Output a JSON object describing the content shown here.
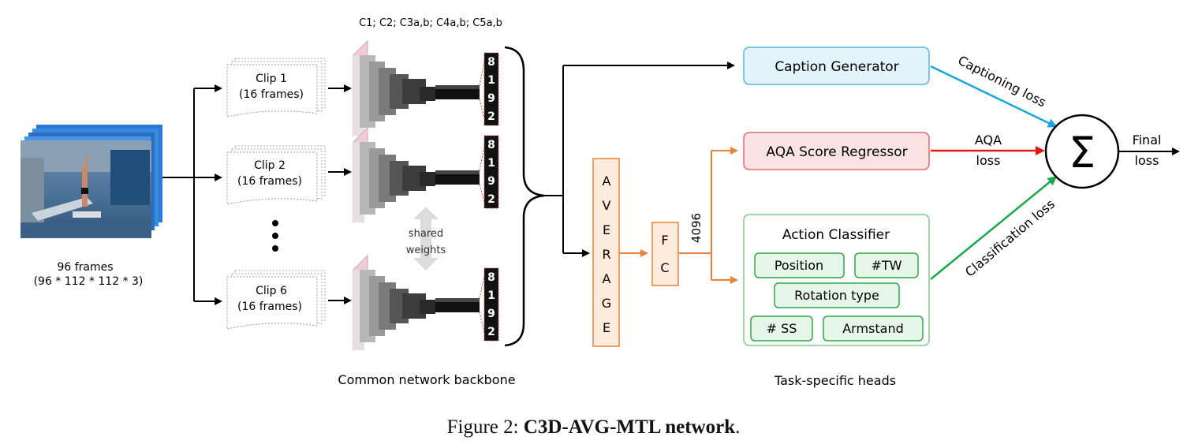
{
  "input": {
    "frames_label": "96 frames",
    "dims_label": "(96 * 112 * 112 * 3)"
  },
  "conv_layers_label": "C1; C2; C3a,b; C4a,b; C5a,b",
  "clips": [
    {
      "name": "Clip 1",
      "frames": "(16 frames)"
    },
    {
      "name": "Clip 2",
      "frames": "(16 frames)"
    },
    {
      "name": "Clip 6",
      "frames": "(16 frames)"
    }
  ],
  "feature_digits": [
    "8",
    "1",
    "9",
    "2"
  ],
  "shared_weights": {
    "line1": "shared",
    "line2": "weights"
  },
  "backbone_label": "Common network backbone",
  "average_letters": [
    "A",
    "V",
    "E",
    "R",
    "A",
    "G",
    "E"
  ],
  "fc_letters": [
    "F",
    "C"
  ],
  "fc_dim": "4096",
  "heads": {
    "caption": "Caption Generator",
    "aqa": "AQA Score Regressor",
    "action_title": "Action Classifier",
    "action_items": [
      "Position",
      "#TW",
      "Rotation type",
      "# SS",
      "Armstand"
    ]
  },
  "heads_label": "Task-specific heads",
  "losses": {
    "captioning": "Captioning loss",
    "aqa_line1": "AQA",
    "aqa_line2": "loss",
    "classification": "Classification loss",
    "sum_symbol": "Σ",
    "final_line1": "Final",
    "final_line2": "loss"
  },
  "figure_caption": {
    "prefix": "Figure 2:",
    "title": "C3D-AVG-MTL network",
    "suffix": "."
  },
  "colors": {
    "caption_stroke": "#5bb4e0",
    "caption_fill": "#e3f3fb",
    "aqa_stroke": "#e06b6b",
    "aqa_fill": "#fbe3e3",
    "action_stroke": "#7fcc8f",
    "action_item_stroke": "#2ea64a",
    "action_item_fill": "#e6f6e9",
    "orange": "#e8833a",
    "orange_fill": "#fdebdc",
    "captioning_arrow": "#1aa3e0",
    "aqa_arrow": "#e01818",
    "classification_arrow": "#19a84a"
  }
}
